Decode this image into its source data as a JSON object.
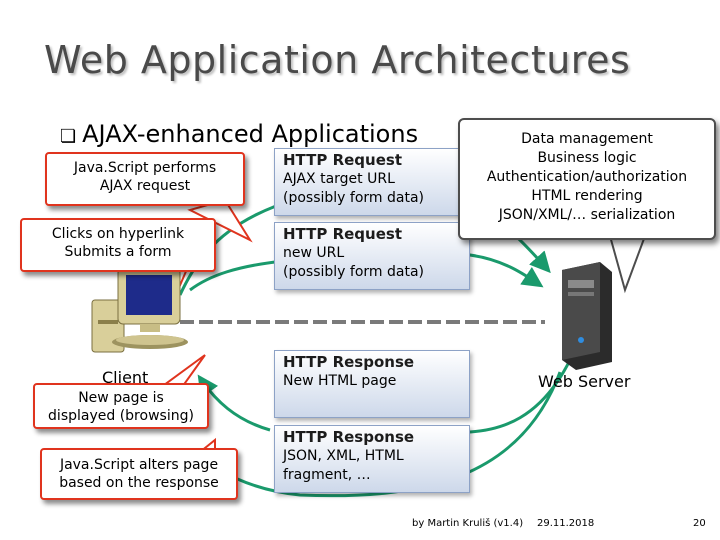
{
  "slide": {
    "title": "Web Application Architectures",
    "bullet_marker": "❏",
    "bullet_text": "AJAX-enhanced Applications"
  },
  "bubbles": {
    "js_request": [
      "Java.Script performs",
      "AJAX request"
    ],
    "clicks": [
      "Clicks on hyperlink",
      "Submits a form"
    ],
    "new_page": [
      "New page is",
      "displayed (browsing)"
    ],
    "js_alters": [
      "Java.Script alters page",
      "based on the response"
    ]
  },
  "messages": {
    "m1": {
      "header": "HTTP Request",
      "lines": [
        "AJAX target URL",
        "(possibly form data)"
      ]
    },
    "m2": {
      "header": "HTTP Request",
      "lines": [
        "new URL",
        "(possibly form data)"
      ]
    },
    "m3": {
      "header": "HTTP Response",
      "lines": [
        "New HTML page"
      ]
    },
    "m4": {
      "header": "HTTP Response",
      "lines": [
        "JSON, XML, HTML",
        "fragment, …"
      ]
    }
  },
  "server_box": {
    "lines": [
      "Data management",
      "Business logic",
      "Authentication/authorization",
      "HTML rendering",
      "JSON/XML/… serialization"
    ]
  },
  "labels": {
    "client": "Client",
    "server": "Web Server"
  },
  "footer": {
    "author": "by Martin Kruliš (v1.4)",
    "date": "29.11.2018",
    "page": "20"
  },
  "colors": {
    "arrow": "#1a9a6c",
    "bubble_border": "#e0341e",
    "message_border": "#8da2c6"
  },
  "icons": [
    "computer-icon",
    "server-icon"
  ]
}
